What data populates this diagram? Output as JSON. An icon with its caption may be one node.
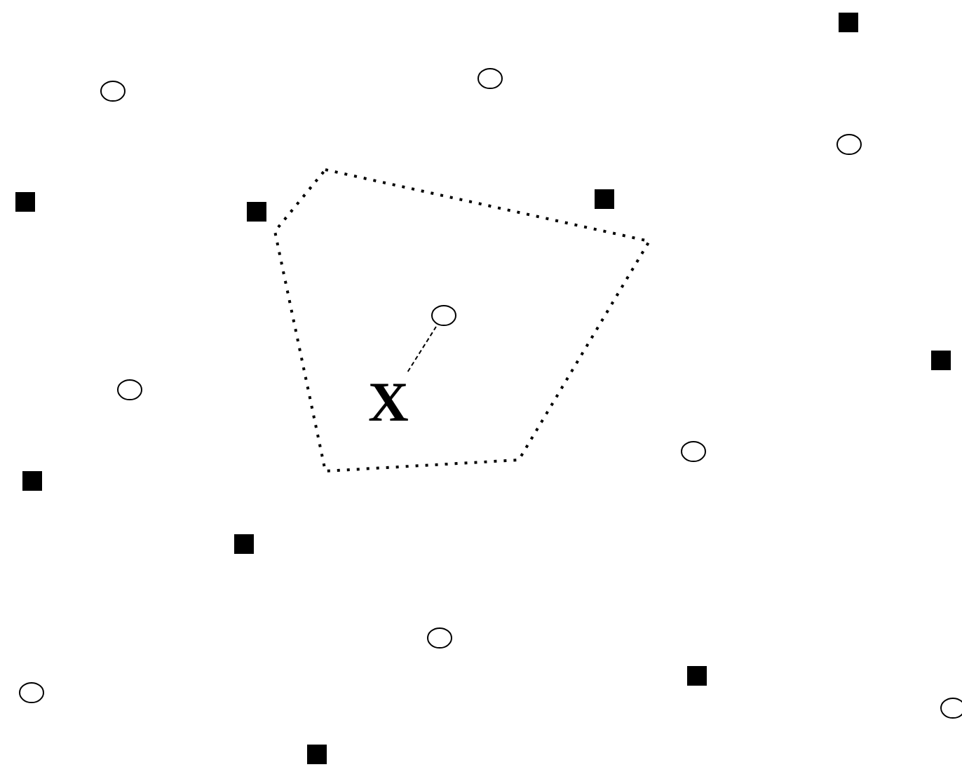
{
  "diagram": {
    "nodes": [
      {
        "text": [],
        "shape": "box"
      },
      {
        "text": [],
        "shape": "circle"
      },
      {
        "text": [],
        "shape": "circle"
      },
      {
        "text": [],
        "shape": "circle"
      },
      {
        "text": [],
        "shape": "box"
      },
      {
        "text": [],
        "shape": "box"
      },
      {
        "text": [],
        "shape": "box"
      },
      {
        "text": [],
        "shape": "circle"
      },
      {
        "text": [],
        "shape": "box"
      },
      {
        "text": [],
        "shape": "circle"
      },
      {
        "text": [
          "X"
        ]
      },
      {
        "text": [],
        "shape": "circle"
      },
      {
        "text": [],
        "shape": "box"
      },
      {
        "text": [],
        "shape": "box"
      },
      {
        "text": [],
        "shape": "circle"
      },
      {
        "text": [],
        "shape": "box"
      },
      {
        "text": [],
        "shape": "circle"
      },
      {
        "text": [],
        "shape": "circle"
      },
      {
        "text": [],
        "shape": "box"
      }
    ],
    "edges": [
      {
        "from": 10,
        "to": 7,
        "arrow": "none",
        "style": "dashed"
      }
    ]
  }
}
